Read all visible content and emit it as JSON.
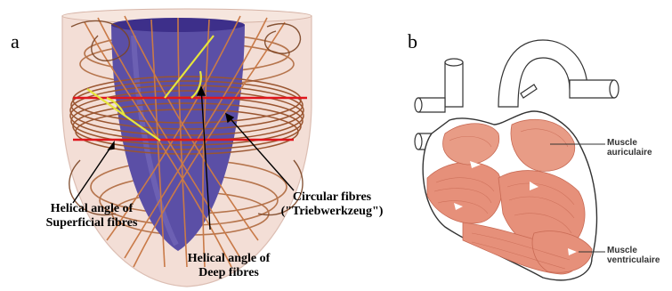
{
  "panel_a": {
    "letter": "a",
    "labels": {
      "helical_superficial_line1": "Helical angle of",
      "helical_superficial_line2": "Superficial fibres",
      "helical_deep_line1": "Helical angle of",
      "helical_deep_line2": "Deep fibres",
      "circular_line1": "Circular fibres",
      "circular_line2": "(\"Triebwerkzeug\")"
    },
    "colors": {
      "inner_cone": "#5b4fa6",
      "fibre": "#b06a3f",
      "outer_shell": "#f1d9cf",
      "red_planes": "#e0161c",
      "yellow_angle": "#e6e63c"
    }
  },
  "panel_b": {
    "letter": "b",
    "labels": {
      "atrial_line1": "Muscle",
      "atrial_line2": "auriculaire",
      "ventricular_line1": "Muscle",
      "ventricular_line2": "ventriculaire"
    },
    "colors": {
      "muscle": "#e6907a",
      "muscle_dark": "#c86a54",
      "outline": "#333333"
    }
  }
}
